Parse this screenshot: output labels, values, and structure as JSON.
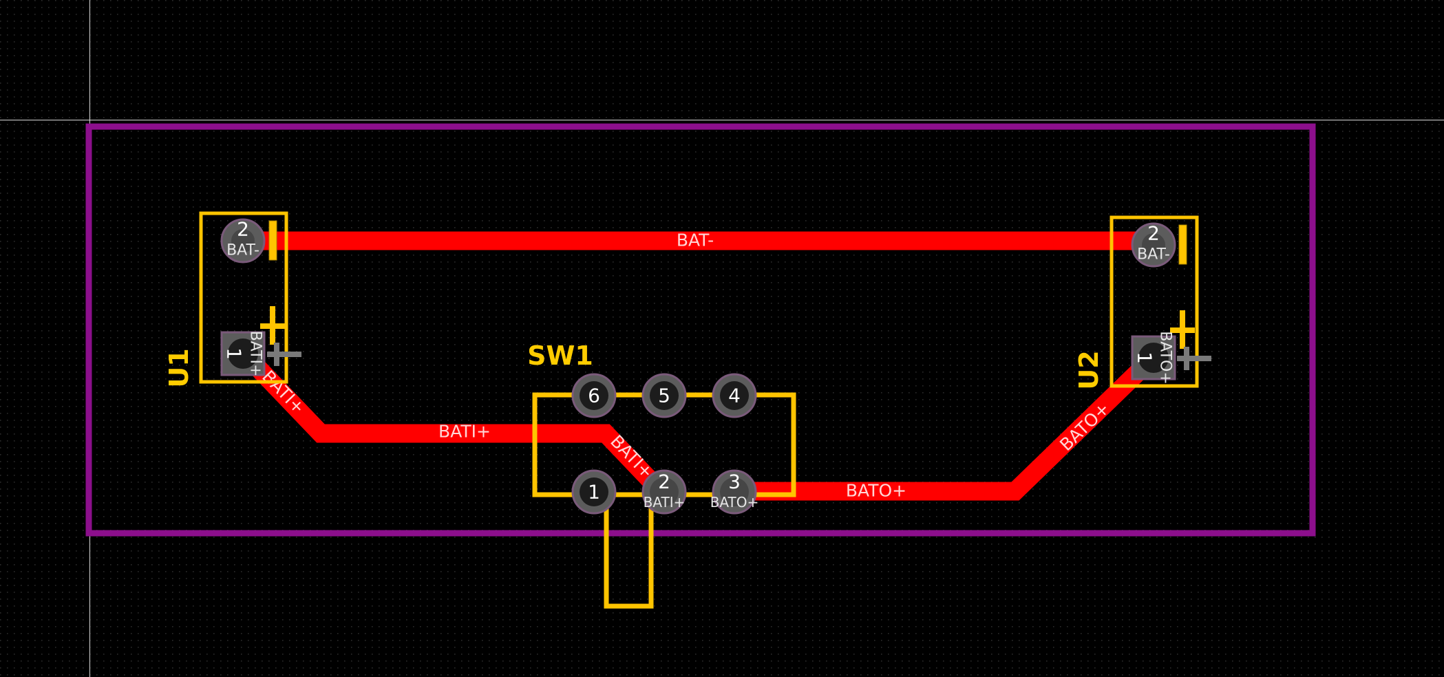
{
  "colors": {
    "background": "#000000",
    "grid_dot": "#2b2b2b",
    "crosshair": "#d9d9d9",
    "board_edge": "#8c0f8c",
    "copper": "#ff0000",
    "silkscreen": "#ffc400",
    "pad_fill": "#5c5c5c",
    "pad_ring": "#7a5a7a",
    "drill": "#1c1c1c",
    "marker": "#7a7a7a"
  },
  "components": {
    "u1": {
      "ref": "U1",
      "pad1": "1",
      "pad2": "2",
      "pad1_net": "BATI+",
      "pad2_net": "BAT-"
    },
    "u2": {
      "ref": "U2",
      "pad1": "1",
      "pad2": "2",
      "pad1_net": "BATO+",
      "pad2_net": "BAT-"
    },
    "sw1": {
      "ref": "SW1",
      "pads": [
        "1",
        "2",
        "3",
        "4",
        "5",
        "6"
      ],
      "pad2_net": "BATI+",
      "pad3_net": "BATO+"
    }
  },
  "traces": {
    "bat_minus": "BAT-",
    "bati_plus_h": "BATI+",
    "bati_plus_diag": "BATI+",
    "bati_plus_sw": "BATI+",
    "bato_plus_h": "BATO+",
    "bato_plus_diag": "BATO+"
  }
}
